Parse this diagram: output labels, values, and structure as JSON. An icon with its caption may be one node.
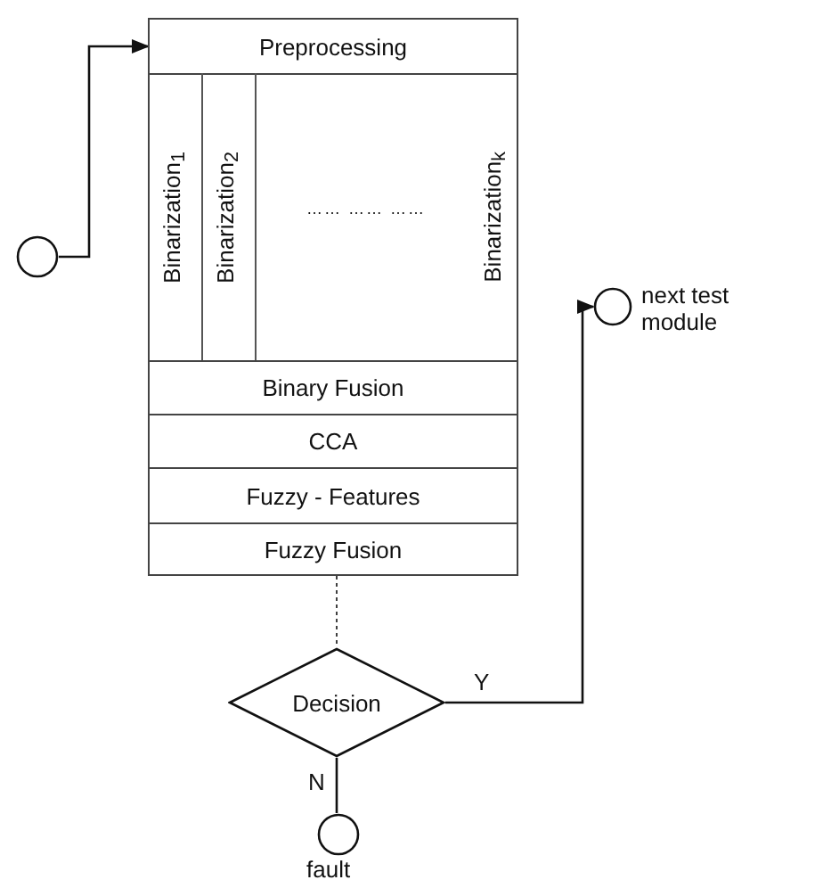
{
  "diagram": {
    "nodes": [
      {
        "text": [],
        "shape": "circle"
      },
      {
        "text": [
          "Preprocessing"
        ]
      },
      {
        "text": [
          "Binarization$_{1}$"
        ]
      },
      {
        "text": [
          "Binarization$_{2}$"
        ]
      },
      {
        "text": [
          "Binarization$_{k}$"
        ]
      },
      {
        "text": [
          "Binary Fusion"
        ]
      },
      {
        "text": [
          "CCA"
        ]
      },
      {
        "text": [
          "Fuzzy - Features"
        ]
      },
      {
        "text": [
          "Fuzzy Fusion"
        ]
      },
      {
        "text": [
          "Decision"
        ]
      },
      {
        "text": [],
        "shape": "circle",
        "beside": [
          "fault"
        ]
      },
      {
        "text": [],
        "shape": "circle",
        "beside": [
          "next test module"
        ]
      }
    ],
    "edges": [
      {
        "from": 0,
        "to": 1,
        "arrow": "to"
      },
      {
        "from": 8,
        "to": 9,
        "arrow": "none",
        "style": "dashed"
      },
      {
        "from": 9,
        "to": 11,
        "arrow": "to",
        "label": "Y"
      },
      {
        "from": 9,
        "to": 10,
        "arrow": "none",
        "label": "N"
      }
    ],
    "labels": [
      "…… …… ……"
    ]
  }
}
